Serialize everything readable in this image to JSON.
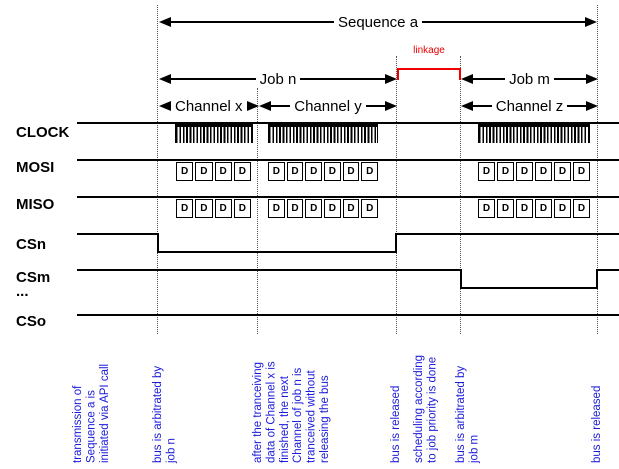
{
  "title": "SPI sequence timing diagram",
  "colors": {
    "annotation_blue": "#1a1ad9",
    "linkage_red": "#ee0000",
    "line_black": "#000000",
    "gridline_gray": "#555555"
  },
  "arrows": {
    "sequence": "Sequence a",
    "job_n": "Job n",
    "job_m": "Job m",
    "linkage": "linkage",
    "channel_x": "Channel x",
    "channel_y": "Channel y",
    "channel_z": "Channel z"
  },
  "signals": {
    "clock": "CLOCK",
    "mosi": "MOSI",
    "miso": "MISO",
    "csn": "CSn",
    "csm": "CSm",
    "continuation": "...",
    "cso": "CSo"
  },
  "data_frames": {
    "box_label": "D",
    "mosi": [
      4,
      6,
      6
    ],
    "miso": [
      4,
      6,
      6
    ]
  },
  "annotations": [
    "transmission of\nSequence a is\ninitiated via API call",
    "bus is arbitrated by\njob n",
    "after the tranceiving\ndata of Channel x is\nfinished, the next\nChannel of job n is\ntranceived without\nreleasing the bus",
    "bus is released",
    "scheduling according\nto job priority is done",
    "bus is arbitrated by\njob m",
    "bus is released"
  ]
}
